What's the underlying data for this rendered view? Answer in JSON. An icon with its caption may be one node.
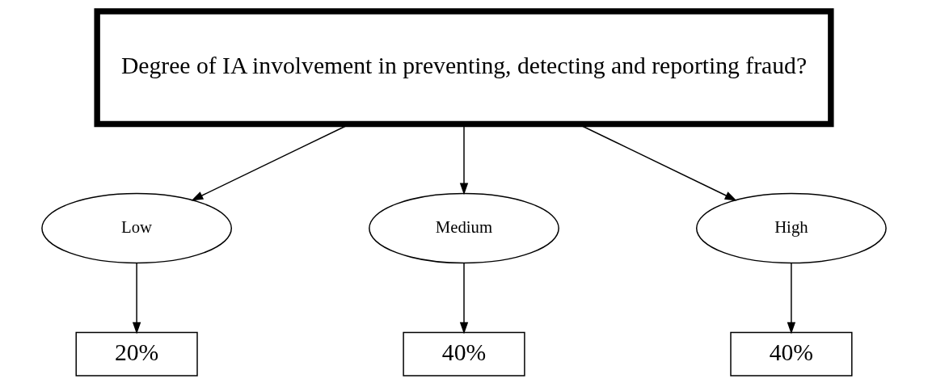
{
  "diagram": {
    "nodes": [
      {
        "text": [
          "Degree of IA involvement in preventing, detecting and reporting fraud?"
        ]
      },
      {
        "text": [
          "Low"
        ]
      },
      {
        "text": [
          "Medium"
        ]
      },
      {
        "text": [
          "High"
        ]
      },
      {
        "text": [
          "20%"
        ]
      },
      {
        "text": [
          "40%"
        ]
      },
      {
        "text": [
          "40%"
        ]
      }
    ],
    "edges": [
      {
        "from": 0,
        "to": 1,
        "arrow": "to"
      },
      {
        "from": 0,
        "to": 2,
        "arrow": "to"
      },
      {
        "from": 0,
        "to": 3,
        "arrow": "to"
      },
      {
        "from": 1,
        "to": 4,
        "arrow": "to"
      },
      {
        "from": 2,
        "to": 5,
        "arrow": "to"
      },
      {
        "from": 3,
        "to": 6,
        "arrow": "to"
      }
    ]
  }
}
